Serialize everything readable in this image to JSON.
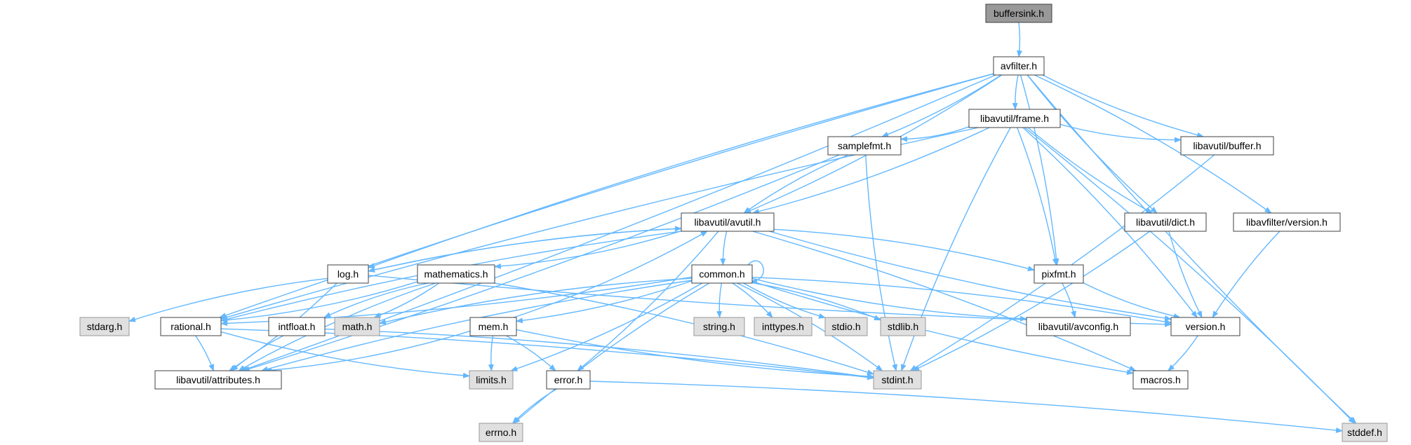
{
  "colors": {
    "edge": "#63b8ff",
    "node_border": "#404040",
    "node_fill": "#ffffff",
    "system_fill": "#e0e0e0",
    "system_border": "#999999",
    "root_fill": "#999999"
  },
  "nodes": [
    {
      "id": "buffersink",
      "label": "buffersink.h",
      "kind": "root"
    },
    {
      "id": "avfilter",
      "label": "avfilter.h",
      "kind": "file"
    },
    {
      "id": "frame",
      "label": "libavutil/frame.h",
      "kind": "file"
    },
    {
      "id": "samplefmt",
      "label": "samplefmt.h",
      "kind": "file"
    },
    {
      "id": "buffer",
      "label": "libavutil/buffer.h",
      "kind": "file"
    },
    {
      "id": "avutil",
      "label": "libavutil/avutil.h",
      "kind": "file"
    },
    {
      "id": "dict",
      "label": "libavutil/dict.h",
      "kind": "file"
    },
    {
      "id": "lfversion",
      "label": "libavfilter/version.h",
      "kind": "file"
    },
    {
      "id": "log",
      "label": "log.h",
      "kind": "file"
    },
    {
      "id": "mathematics",
      "label": "mathematics.h",
      "kind": "file"
    },
    {
      "id": "common",
      "label": "common.h",
      "kind": "file"
    },
    {
      "id": "pixfmt",
      "label": "pixfmt.h",
      "kind": "file"
    },
    {
      "id": "stdarg",
      "label": "stdarg.h",
      "kind": "system"
    },
    {
      "id": "rational",
      "label": "rational.h",
      "kind": "file"
    },
    {
      "id": "intfloat",
      "label": "intfloat.h",
      "kind": "file"
    },
    {
      "id": "math",
      "label": "math.h",
      "kind": "system"
    },
    {
      "id": "mem",
      "label": "mem.h",
      "kind": "file"
    },
    {
      "id": "string",
      "label": "string.h",
      "kind": "system"
    },
    {
      "id": "inttypes",
      "label": "inttypes.h",
      "kind": "system"
    },
    {
      "id": "stdio",
      "label": "stdio.h",
      "kind": "system"
    },
    {
      "id": "stdlib",
      "label": "stdlib.h",
      "kind": "system"
    },
    {
      "id": "avconfig",
      "label": "libavutil/avconfig.h",
      "kind": "file"
    },
    {
      "id": "version",
      "label": "version.h",
      "kind": "file"
    },
    {
      "id": "attributes",
      "label": "libavutil/attributes.h",
      "kind": "file"
    },
    {
      "id": "limits",
      "label": "limits.h",
      "kind": "system"
    },
    {
      "id": "error",
      "label": "error.h",
      "kind": "file"
    },
    {
      "id": "stdint",
      "label": "stdint.h",
      "kind": "system"
    },
    {
      "id": "macros",
      "label": "macros.h",
      "kind": "file"
    },
    {
      "id": "errno",
      "label": "errno.h",
      "kind": "system"
    },
    {
      "id": "stddef",
      "label": "stddef.h",
      "kind": "system"
    }
  ],
  "edges": [
    [
      "buffersink",
      "avfilter"
    ],
    [
      "avfilter",
      "frame"
    ],
    [
      "avfilter",
      "samplefmt"
    ],
    [
      "avfilter",
      "buffer"
    ],
    [
      "avfilter",
      "avutil"
    ],
    [
      "avfilter",
      "dict"
    ],
    [
      "avfilter",
      "lfversion"
    ],
    [
      "avfilter",
      "log"
    ],
    [
      "avfilter",
      "pixfmt"
    ],
    [
      "avfilter",
      "rational"
    ],
    [
      "avfilter",
      "attributes"
    ],
    [
      "avfilter",
      "stddef"
    ],
    [
      "frame",
      "samplefmt"
    ],
    [
      "frame",
      "buffer"
    ],
    [
      "frame",
      "avutil"
    ],
    [
      "frame",
      "dict"
    ],
    [
      "frame",
      "pixfmt"
    ],
    [
      "frame",
      "rational"
    ],
    [
      "frame",
      "version"
    ],
    [
      "frame",
      "stdint"
    ],
    [
      "frame",
      "stddef"
    ],
    [
      "samplefmt",
      "avutil"
    ],
    [
      "samplefmt",
      "attributes"
    ],
    [
      "samplefmt",
      "stdint"
    ],
    [
      "buffer",
      "stdint"
    ],
    [
      "avutil",
      "log"
    ],
    [
      "avutil",
      "mathematics"
    ],
    [
      "avutil",
      "common"
    ],
    [
      "avutil",
      "pixfmt"
    ],
    [
      "avutil",
      "rational"
    ],
    [
      "avutil",
      "error"
    ],
    [
      "avutil",
      "version"
    ],
    [
      "avutil",
      "macros"
    ],
    [
      "dict",
      "version"
    ],
    [
      "dict",
      "stdint"
    ],
    [
      "lfversion",
      "version"
    ],
    [
      "log",
      "avutil"
    ],
    [
      "log",
      "stdarg"
    ],
    [
      "log",
      "attributes"
    ],
    [
      "log",
      "version"
    ],
    [
      "mathematics",
      "rational"
    ],
    [
      "mathematics",
      "intfloat"
    ],
    [
      "mathematics",
      "math"
    ],
    [
      "mathematics",
      "attributes"
    ],
    [
      "mathematics",
      "stdint"
    ],
    [
      "common",
      "common"
    ],
    [
      "common",
      "rational"
    ],
    [
      "common",
      "math"
    ],
    [
      "common",
      "mem"
    ],
    [
      "common",
      "string"
    ],
    [
      "common",
      "inttypes"
    ],
    [
      "common",
      "stdio"
    ],
    [
      "common",
      "stdlib"
    ],
    [
      "common",
      "avconfig"
    ],
    [
      "common",
      "version"
    ],
    [
      "common",
      "attributes"
    ],
    [
      "common",
      "limits"
    ],
    [
      "common",
      "errno"
    ],
    [
      "common",
      "stdint"
    ],
    [
      "common",
      "macros"
    ],
    [
      "pixfmt",
      "avconfig"
    ],
    [
      "pixfmt",
      "version"
    ],
    [
      "rational",
      "attributes"
    ],
    [
      "rational",
      "limits"
    ],
    [
      "rational",
      "stdint"
    ],
    [
      "intfloat",
      "attributes"
    ],
    [
      "intfloat",
      "stdint"
    ],
    [
      "mem",
      "avutil"
    ],
    [
      "mem",
      "attributes"
    ],
    [
      "mem",
      "limits"
    ],
    [
      "mem",
      "error"
    ],
    [
      "mem",
      "stdint"
    ],
    [
      "version",
      "macros"
    ],
    [
      "error",
      "errno"
    ],
    [
      "error",
      "stddef"
    ]
  ]
}
